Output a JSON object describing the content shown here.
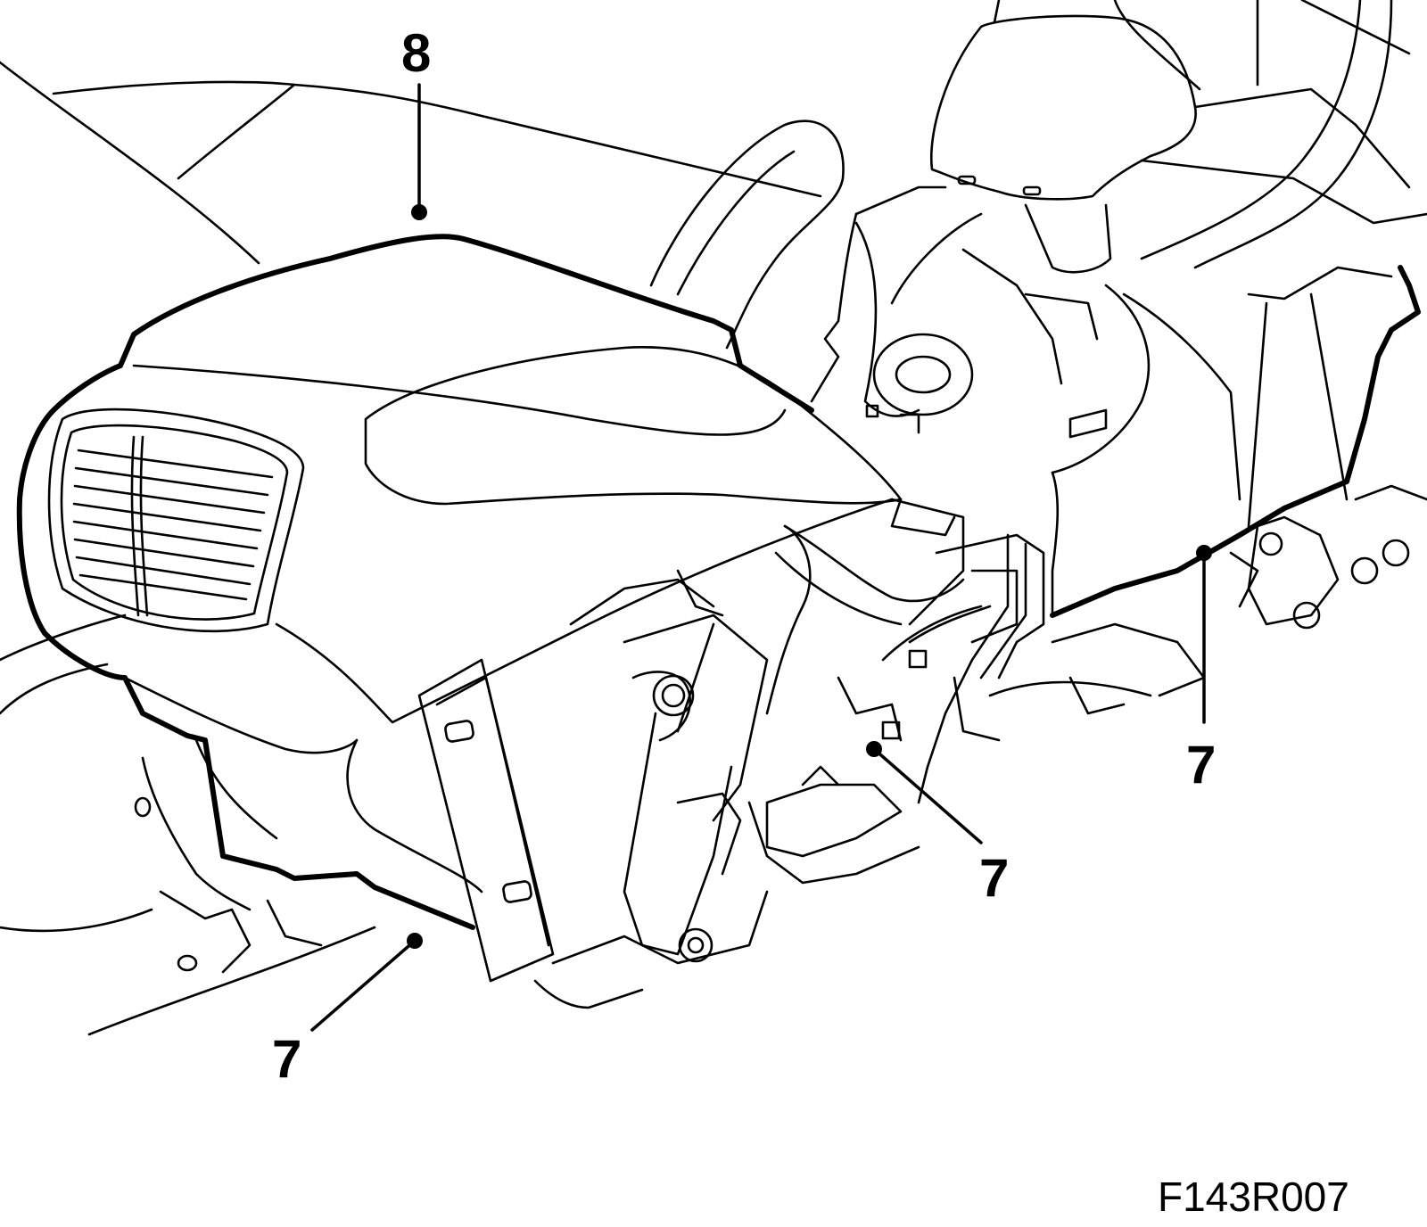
{
  "callouts": [
    {
      "id": "callout-8",
      "text": "8"
    },
    {
      "id": "callout-7-left",
      "text": "7"
    },
    {
      "id": "callout-7-center",
      "text": "7"
    },
    {
      "id": "callout-7-right",
      "text": "7"
    }
  ],
  "figure_reference": "F143R007",
  "colors": {
    "line": "#000000",
    "background": "#ffffff"
  }
}
